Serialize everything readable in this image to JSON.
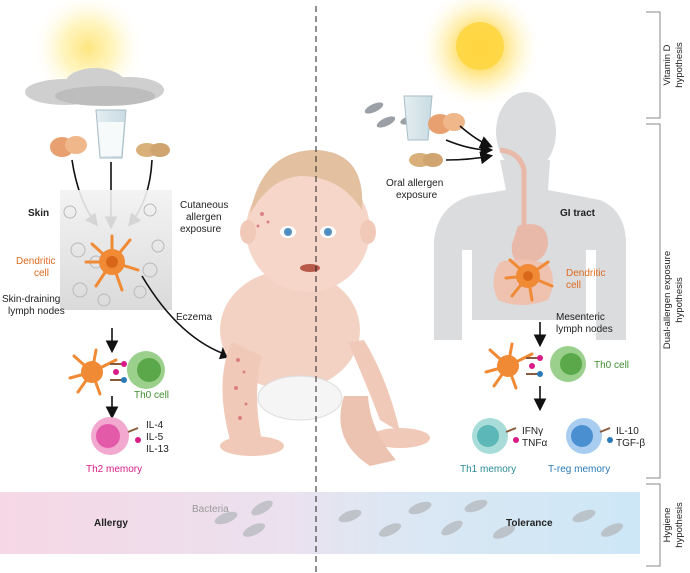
{
  "side_labels": {
    "vitamin_d_line1": "Vitamin D",
    "vitamin_d_line2": "hypothesis",
    "dual_line1": "Dual-allergen exposure",
    "dual_line2": "hypothesis",
    "hygiene_line1": "Hygiene",
    "hygiene_line2": "hypothesis"
  },
  "left": {
    "skin": "Skin",
    "cutaneous_1": "Cutaneous",
    "cutaneous_2": "allergen",
    "cutaneous_3": "exposure",
    "dendritic_1": "Dendritic",
    "dendritic_2": "cell",
    "lymph_1": "Skin-draining",
    "lymph_2": "lymph nodes",
    "eczema": "Eczema",
    "th0": "Th0 cell",
    "il4": "IL-4",
    "il5": "IL-5",
    "il13": "IL-13",
    "th2": "Th2 memory",
    "allergy": "Allergy",
    "bacteria": "Bacteria"
  },
  "right": {
    "oral_1": "Oral allergen",
    "oral_2": "exposure",
    "gi": "GI tract",
    "dendritic_1": "Dendritic",
    "dendritic_2": "cell",
    "mesenteric_1": "Mesenteric",
    "mesenteric_2": "lymph nodes",
    "th0": "Th0 cell",
    "ifn": "IFNγ",
    "tnf": "TNFα",
    "il10": "IL-10",
    "tgf": "TGF-β",
    "th1": "Th1 memory",
    "treg": "T-reg memory",
    "tolerance": "Tolerance"
  },
  "colors": {
    "dendritic": "#f08a34",
    "th0": "#5aa84a",
    "th2": "#e35aa8",
    "th1": "#5cb8b8",
    "treg": "#4a8fd0",
    "allergy_band": "#f3d6e4",
    "tolerance_band": "#cfe6f4"
  }
}
